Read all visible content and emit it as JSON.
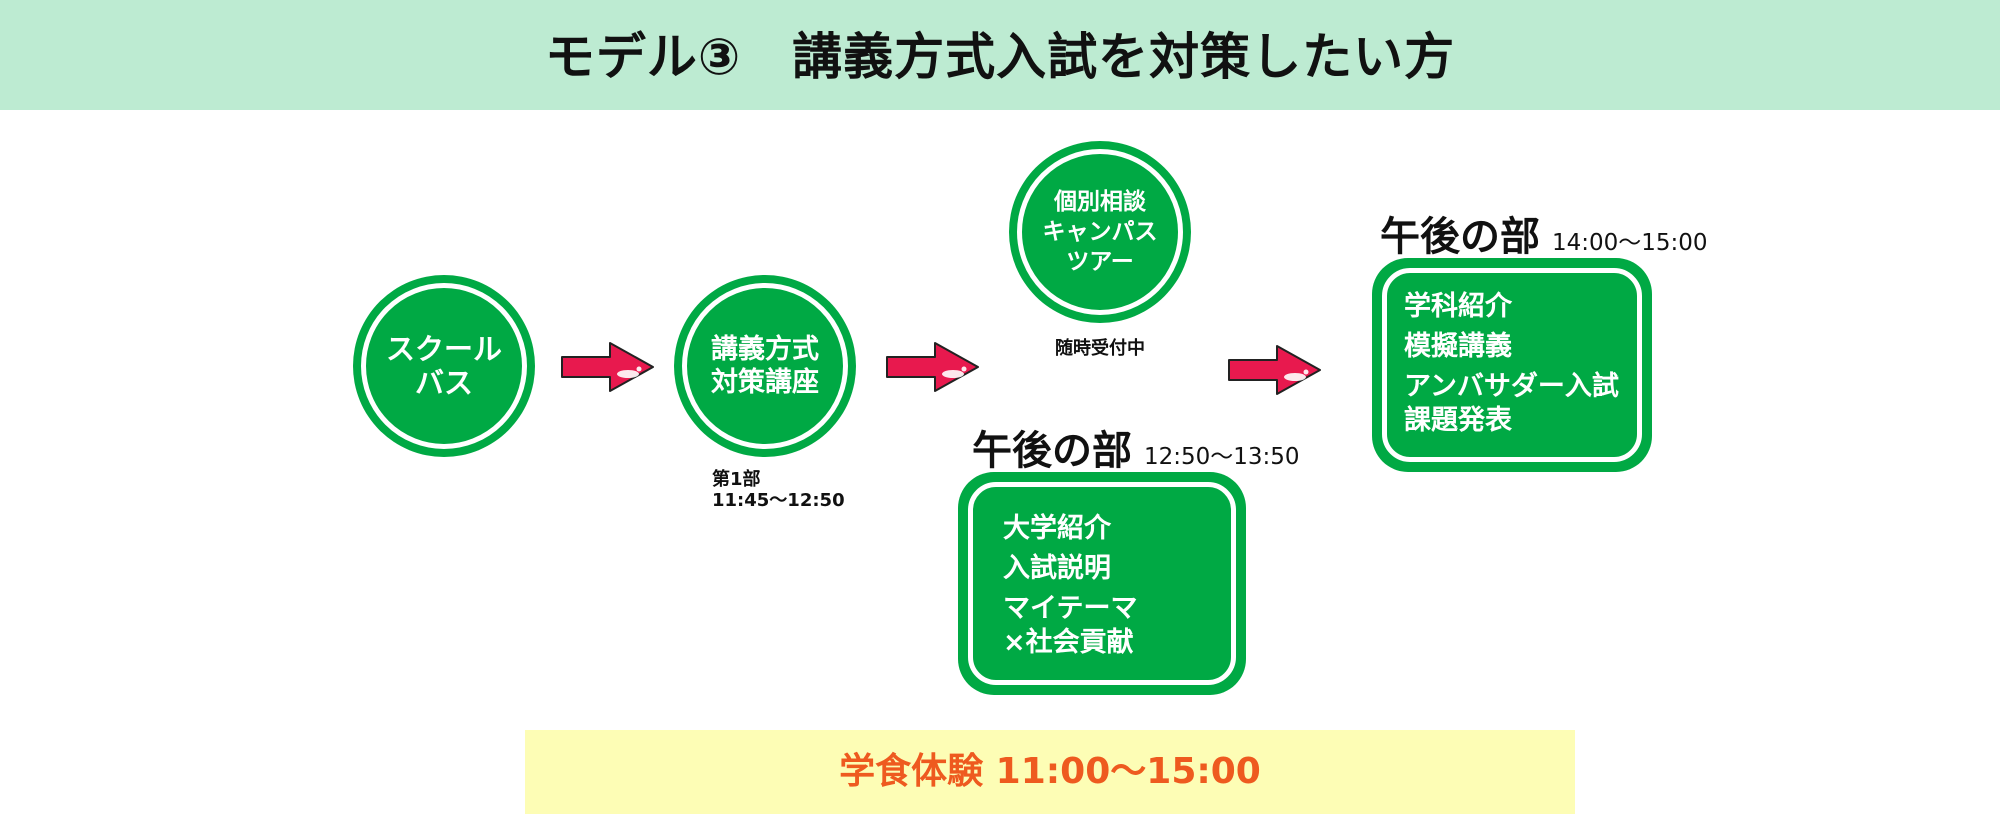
{
  "header": {
    "title": "モデル③　講義方式入試を対策したい方"
  },
  "flow": {
    "school_bus": {
      "label": "スクール\nバス"
    },
    "lecture": {
      "label": "講義方式\n対策講座",
      "caption": "第1部\n11:45〜12:50"
    },
    "consult": {
      "label": "個別相談\nキャンパス\nツアー",
      "caption": "随時受付中"
    },
    "session1": {
      "heading": "午後の部",
      "time": "12:50〜13:50",
      "items": [
        "大学紹介",
        "入試説明",
        "マイテーマ",
        "×社会貢献"
      ]
    },
    "session2": {
      "heading": "午後の部",
      "time": "14:00〜15:00",
      "items": [
        "学科紹介",
        "模擬講義",
        "アンバサダー入試",
        "課題発表"
      ]
    }
  },
  "footer": {
    "text": "学食体験 11:00〜15:00"
  },
  "colors": {
    "green": "#00a944",
    "header_bg": "#bdebd2",
    "arrow": "#e8194e",
    "footer_bg": "#fdfdb5",
    "footer_text": "#ee5a1f"
  },
  "icons": [
    "arrow-right-icon"
  ]
}
